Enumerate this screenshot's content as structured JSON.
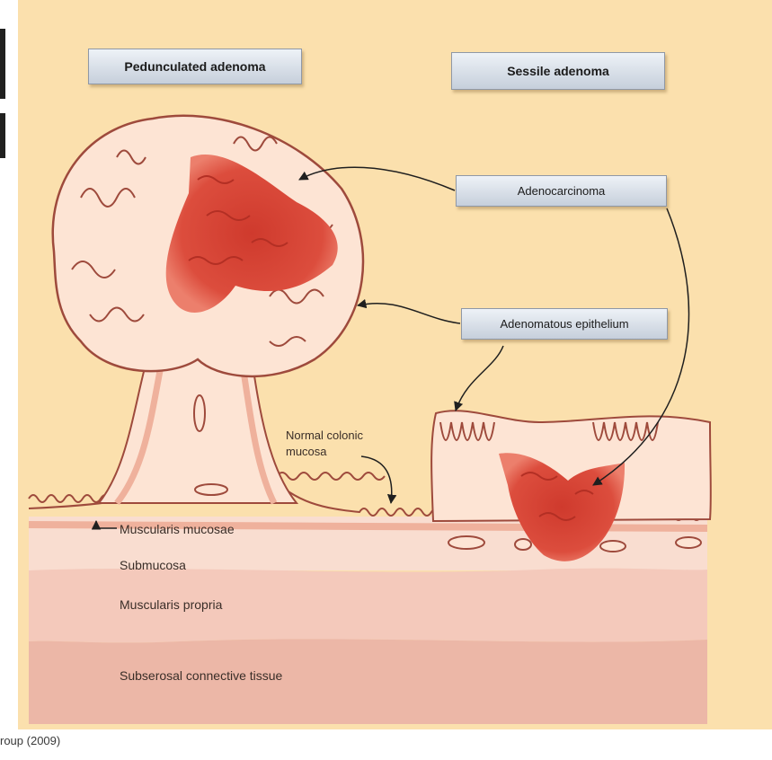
{
  "titles": {
    "pedunculated": "Pedunculated adenoma",
    "sessile": "Sessile adenoma"
  },
  "callouts": {
    "adenocarcinoma": "Adenocarcinoma",
    "adenomatous_epithelium": "Adenomatous epithelium",
    "normal_mucosa_line1": "Normal colonic",
    "normal_mucosa_line2": "mucosa"
  },
  "layers": {
    "muscularis_mucosae": "Muscularis mucosae",
    "submucosa": "Submucosa",
    "muscularis_propria": "Muscularis propria",
    "subserosa": "Subserosal connective tissue"
  },
  "footer": "roup (2009)",
  "colors": {
    "background": "#fbe0ad",
    "tumor": "#d9483a",
    "epithelium_fill": "#fde4d4",
    "epithelium_outline": "#9e4a3c",
    "muscularis_mucosae": "#f2b6a2",
    "submucosa": "#f9ddd0",
    "muscularis_propria": "#f4c9bb",
    "subserosa": "#eab3a3"
  }
}
